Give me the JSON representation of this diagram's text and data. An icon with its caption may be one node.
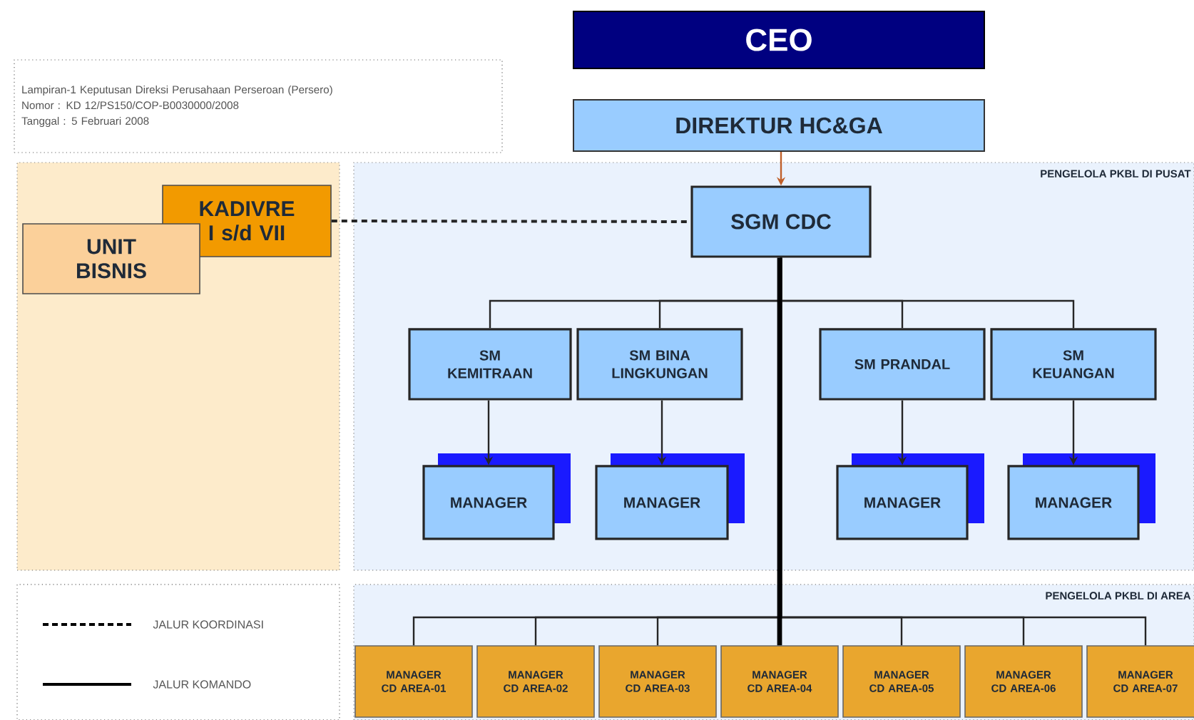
{
  "diagram": {
    "nodes": [
      {
        "text": [
          "CEO"
        ]
      },
      {
        "text": [
          "Lampiran-1 Keputusan Direksi Perusahaan Perseroan (Persero)",
          "Nomor : KD 12/PS150/COP-B0030000/2008",
          "Tanggal : 5 Februari 2008"
        ]
      },
      {
        "text": [
          "DIREKTUR HC&GA"
        ]
      },
      {
        "text": [],
        "shape": "box"
      },
      {
        "text": [
          "KADIVRE I s/d VII"
        ],
        "in": 3
      },
      {
        "text": [
          "UNIT BISNIS"
        ],
        "in": 3
      },
      {
        "text": [
          "PENGELOLA PKBL DI PUSAT"
        ]
      },
      {
        "text": [
          "SGM CDC"
        ],
        "in": 6
      },
      {
        "text": [
          "SM KEMITRAAN"
        ],
        "in": 6
      },
      {
        "text": [
          "SM BINA LINGKUNGAN"
        ],
        "in": 6
      },
      {
        "text": [
          "SM PRANDAL"
        ],
        "in": 6
      },
      {
        "text": [
          "SM KEUANGAN"
        ],
        "in": 6
      },
      {
        "text": [
          "MANAGER"
        ],
        "in": 6
      },
      {
        "text": [
          "MANAGER"
        ],
        "in": 6
      },
      {
        "text": [
          "MANAGER"
        ],
        "in": 6
      },
      {
        "text": [
          "MANAGER"
        ],
        "in": 6
      },
      {
        "text": [
          "PENGELOLA PKBL DI AREA"
        ]
      },
      {
        "text": [
          "MANAGER CD AREA-01"
        ],
        "in": 16
      },
      {
        "text": [
          "MANAGER CD AREA-02"
        ],
        "in": 16
      },
      {
        "text": [
          "MANAGER CD AREA-03"
        ],
        "in": 16
      },
      {
        "text": [
          "MANAGER CD AREA-04"
        ],
        "in": 16
      },
      {
        "text": [
          "MANAGER CD AREA-05"
        ],
        "in": 16
      },
      {
        "text": [
          "MANAGER CD AREA-06"
        ],
        "in": 16
      },
      {
        "text": [
          "MANAGER CD AREA-07"
        ],
        "in": 16
      }
    ],
    "edges": [
      {
        "from": 2,
        "to": 7,
        "arrow": "to",
        "color": "#c0602a"
      },
      {
        "from": 4,
        "to": 7,
        "arrow": "none",
        "style": "dashed"
      },
      {
        "from": 7,
        "to": 8,
        "arrow": "none"
      },
      {
        "from": 7,
        "to": 9,
        "arrow": "none"
      },
      {
        "from": 7,
        "to": 10,
        "arrow": "none"
      },
      {
        "from": 7,
        "to": 11,
        "arrow": "none"
      },
      {
        "from": 8,
        "to": 12,
        "arrow": "to"
      },
      {
        "from": 9,
        "to": 13,
        "arrow": "to"
      },
      {
        "from": 10,
        "to": 14,
        "arrow": "to"
      },
      {
        "from": 11,
        "to": 15,
        "arrow": "to"
      },
      {
        "from": 7,
        "to": 17,
        "arrow": "none"
      },
      {
        "from": 7,
        "to": 18,
        "arrow": "none"
      },
      {
        "from": 7,
        "to": 19,
        "arrow": "none"
      },
      {
        "from": 7,
        "to": 20,
        "arrow": "none",
        "style": "thick"
      },
      {
        "from": 7,
        "to": 21,
        "arrow": "none"
      },
      {
        "from": 7,
        "to": 22,
        "arrow": "none"
      },
      {
        "from": 7,
        "to": 23,
        "arrow": "none"
      }
    ],
    "legend": [
      {
        "text": "JALUR KOORDINASI"
      },
      {
        "text": "JALUR KOMANDO"
      }
    ]
  }
}
